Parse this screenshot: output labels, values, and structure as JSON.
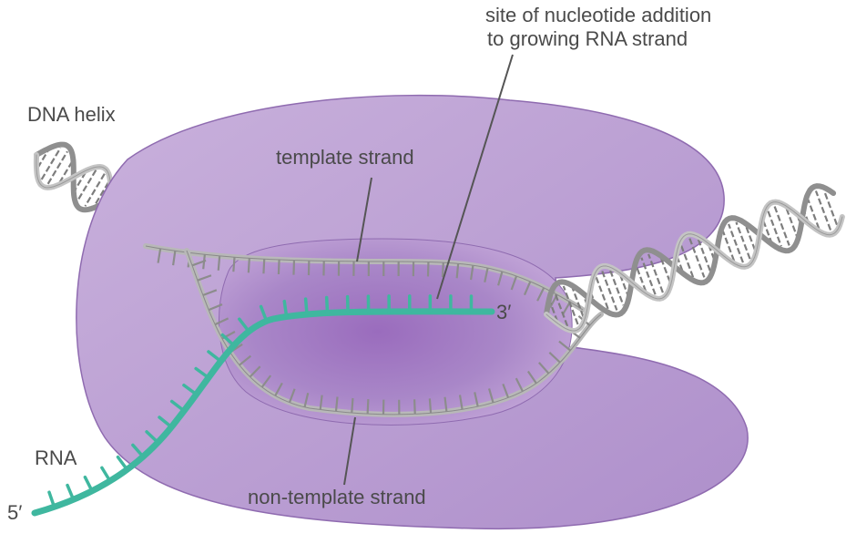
{
  "labels": {
    "site_line1": "site of nucleotide addition",
    "site_line2": "to growing RNA strand",
    "dna_helix": "DNA helix",
    "template_strand": "template strand",
    "three_prime": "3′",
    "rna": "RNA",
    "five_prime": "5′",
    "non_template_strand": "non-template strand"
  },
  "colors": {
    "polymerase": "#b394cc",
    "polymerase_light": "#c7addb",
    "polymerase_dark": "#8c63b0",
    "dna": "#a9a9a9",
    "dna_dark": "#7d7d7d",
    "rna": "#3fb79f",
    "text": "#4a4a4a"
  }
}
